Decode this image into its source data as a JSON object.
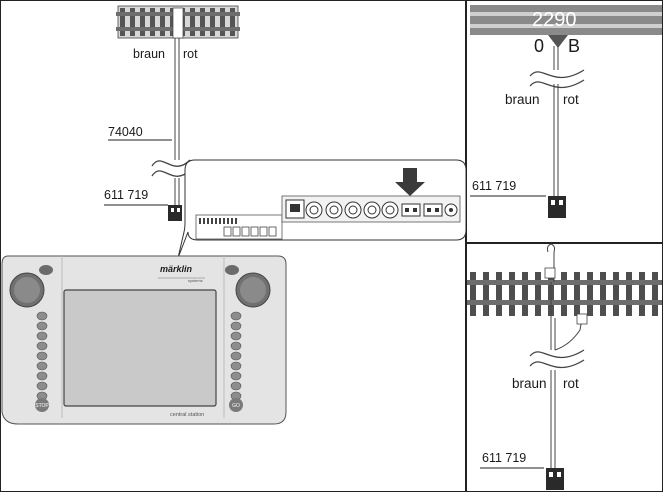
{
  "main_panel": {
    "track_label_left": "braun",
    "track_label_right": "rot",
    "cable_label": "74040",
    "connector_label": "611 719",
    "device": {
      "brand": "märklin",
      "brand_sub": "systems",
      "model": "central station",
      "stop_label": "STOP",
      "go_label": "GO"
    }
  },
  "top_right_panel": {
    "track_number": "2290",
    "terminal_left": "0",
    "terminal_right": "B",
    "wire_label_left": "braun",
    "wire_label_right": "rot",
    "connector_label": "611 719"
  },
  "bottom_right_panel": {
    "wire_label_left": "braun",
    "wire_label_right": "rot",
    "connector_label": "611 719"
  },
  "colors": {
    "line": "#333333",
    "device_body": "#e4e4e4",
    "screen": "#c9c9c9",
    "rail": "#7a7a7a",
    "sleeper": "#5a5a5a"
  }
}
